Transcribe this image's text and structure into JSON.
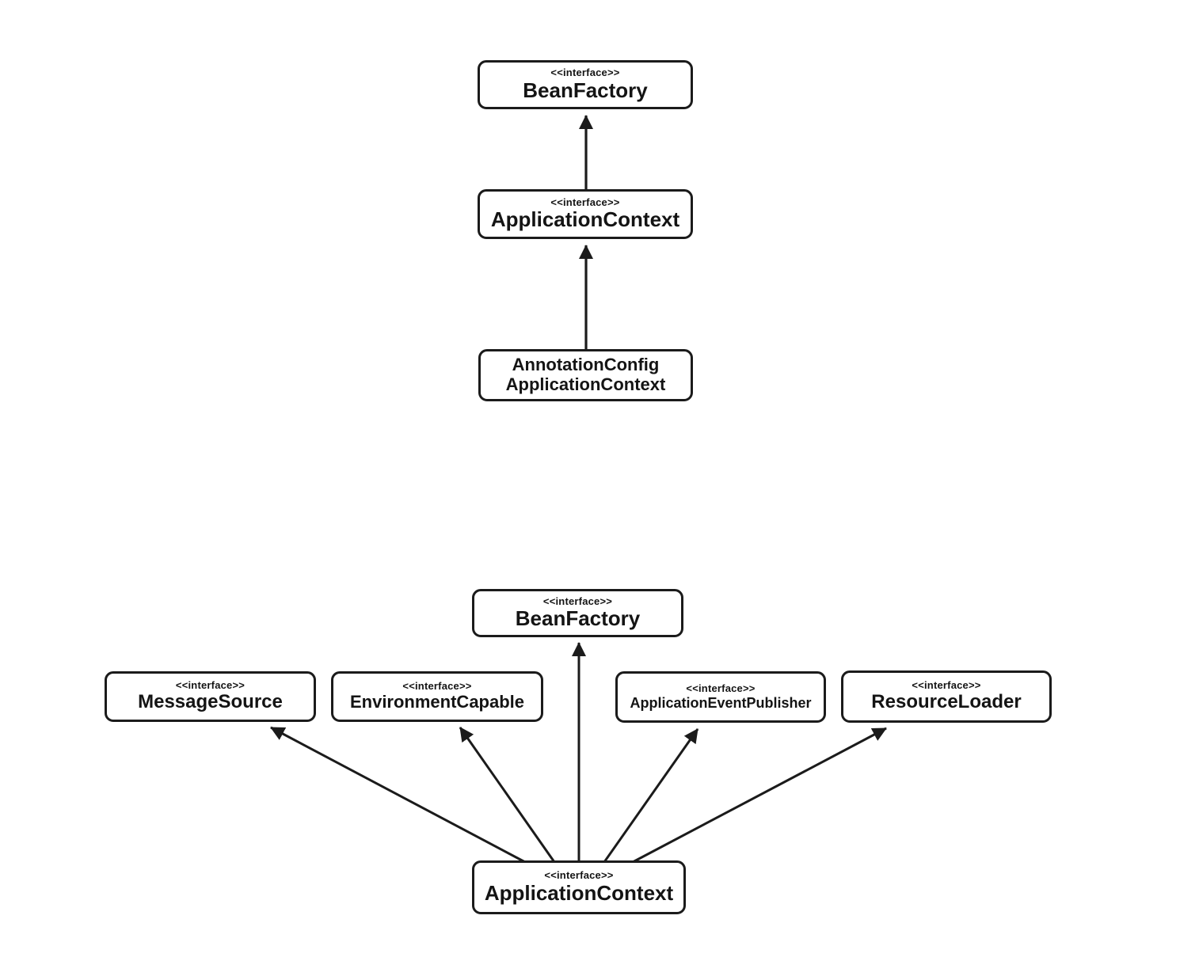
{
  "page": {
    "background_color": "#ffffff",
    "line_color": "#1b1b1b"
  },
  "diagram_top": {
    "description": "interface inheritance chain",
    "nodes": [
      {
        "stereotype": "<<interface>>",
        "name": "BeanFactory"
      },
      {
        "stereotype": "<<interface>>",
        "name": "ApplicationContext"
      },
      {
        "name_lines": [
          "AnnotationConfig",
          "ApplicationContext"
        ]
      }
    ],
    "edges": [
      {
        "from": "ApplicationContext",
        "to": "BeanFactory",
        "type": "extends-arrow"
      },
      {
        "from": "AnnotationConfigApplicationContext",
        "to": "ApplicationContext",
        "type": "extends-arrow"
      }
    ]
  },
  "diagram_bottom": {
    "description": "ApplicationContext extends five interfaces",
    "nodes": [
      {
        "stereotype": "<<interface>>",
        "name": "BeanFactory"
      },
      {
        "stereotype": "<<interface>>",
        "name": "MessageSource"
      },
      {
        "stereotype": "<<interface>>",
        "name": "EnvironmentCapable"
      },
      {
        "stereotype": "<<interface>>",
        "name": "ApplicationEventPublisher"
      },
      {
        "stereotype": "<<interface>>",
        "name": "ResourceLoader"
      },
      {
        "stereotype": "<<interface>>",
        "name": "ApplicationContext"
      }
    ],
    "edges": [
      {
        "from": "ApplicationContext",
        "to": "MessageSource",
        "type": "extends-arrow"
      },
      {
        "from": "ApplicationContext",
        "to": "EnvironmentCapable",
        "type": "extends-arrow"
      },
      {
        "from": "ApplicationContext",
        "to": "BeanFactory",
        "type": "extends-arrow"
      },
      {
        "from": "ApplicationContext",
        "to": "ApplicationEventPublisher",
        "type": "extends-arrow"
      },
      {
        "from": "ApplicationContext",
        "to": "ResourceLoader",
        "type": "extends-arrow"
      }
    ]
  }
}
